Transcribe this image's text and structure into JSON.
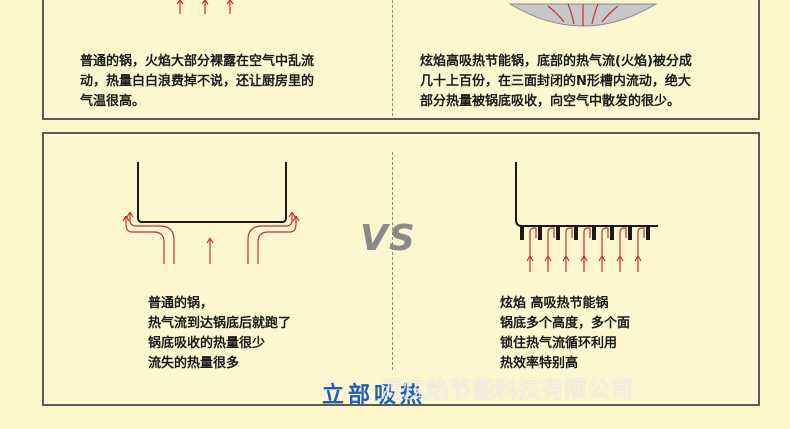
{
  "top_left_text": [
    "普通的锅，火焰大部分裸露在空气中乱流",
    "动，热量白白浪费掉不说，还让厨房里的",
    "气温很高。"
  ],
  "top_right_text": [
    "炫焰高吸热节能锅，底部的热气流(火焰)被分成",
    "几十上百份，在三面封闭的N形槽内流动，绝大",
    "部分热量被锅底吸收，向空气中散发的很少。"
  ],
  "vs_label": "VS",
  "bottom_left_text": [
    "普通的锅，",
    "热气流到达锅底后就跑了",
    "锅底吸收的热量很少",
    "流失的热量很多"
  ],
  "bottom_right_text": [
    "炫焰 高吸热节能锅",
    "锅底多个高度，多个面",
    "锁住热气流循环利用",
    "热效率特别高"
  ],
  "footer_title": "立部吸热",
  "watermark": "源炫焰节能科技有限公司",
  "colors": {
    "background": "#fdf6c8",
    "panel": "#fdf7cf",
    "arrow": "#d22a2a",
    "title": "#1f5fb8",
    "vs": "#8a8a8a"
  }
}
